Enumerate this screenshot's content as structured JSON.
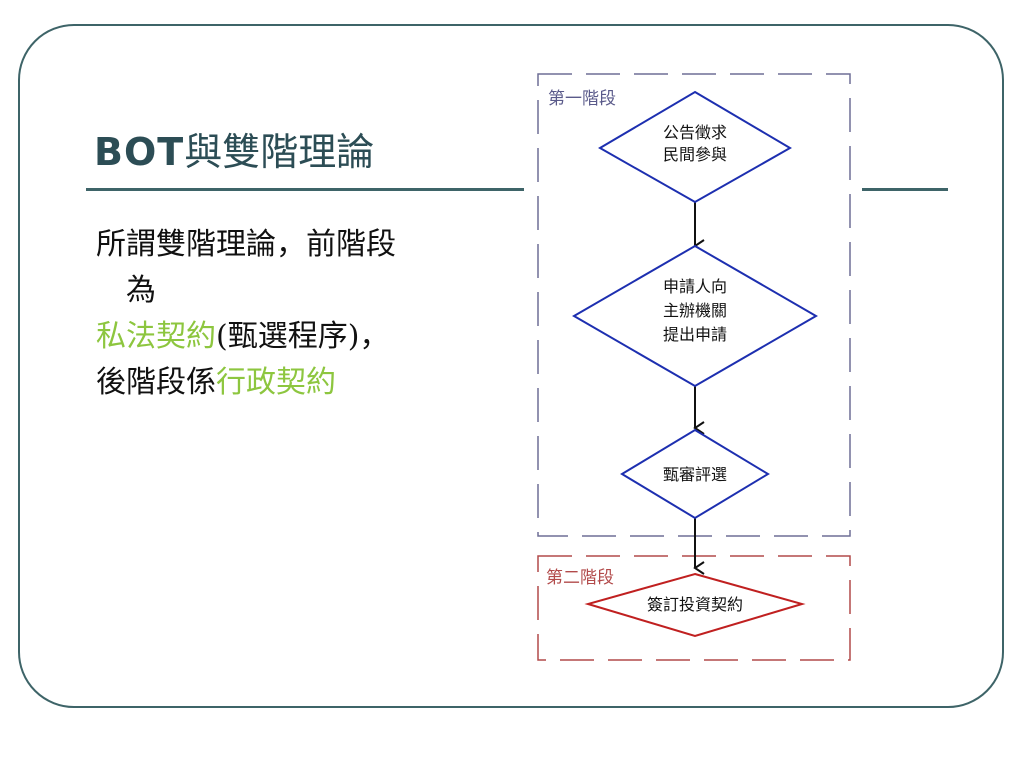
{
  "title": {
    "latin": "BOT",
    "cjk": "與雙階理論"
  },
  "body": {
    "line1": "所謂雙階理論，前階段",
    "line2": "為",
    "line3_green": "私法契約",
    "line3_rest": "(甄選程序)，",
    "line4_black": "後階段係",
    "line4_green": "行政契約"
  },
  "colors": {
    "accent_green": "#8dc63f",
    "frame": "#3e6468",
    "stage1": "#6e6e96",
    "stage2": "#b24a4a",
    "diamond1": "#1d2fb0",
    "diamond2": "#c02020"
  },
  "diagram": {
    "stage1_label": "第一階段",
    "stage2_label": "第二階段",
    "step1": [
      "公告徵求",
      "民間參與"
    ],
    "step2": [
      "申請人向",
      "主辦機關",
      "提出申請"
    ],
    "step3": [
      "甄審評選"
    ],
    "step4": [
      "簽訂投資契約"
    ]
  }
}
